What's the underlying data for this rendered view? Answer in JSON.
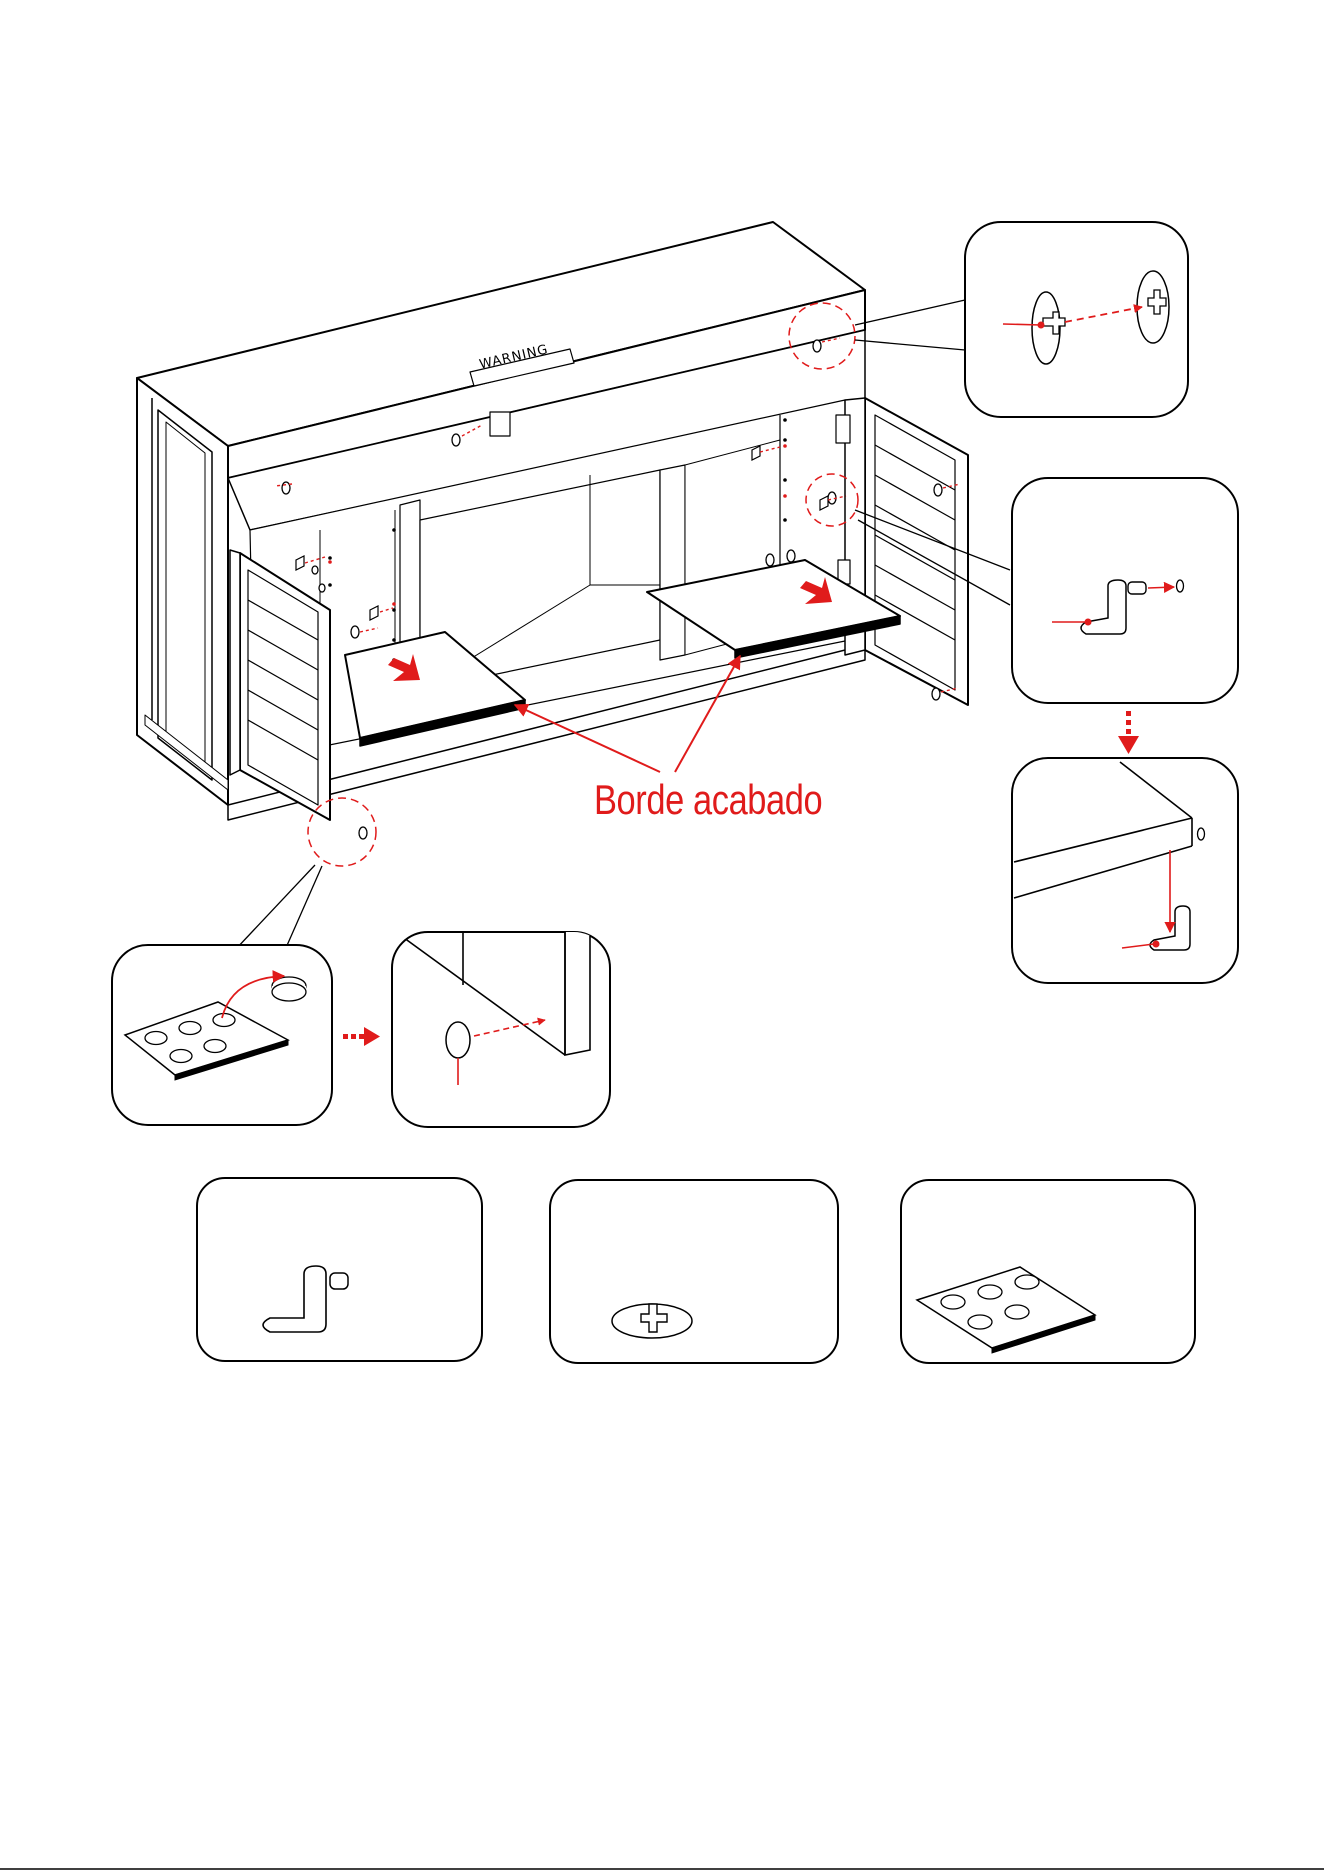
{
  "diagram": {
    "callout_label": "Borde acabado",
    "warning_label": "WARNING",
    "colors": {
      "line": "#000000",
      "accent": "#e01b1b",
      "edge": "#000000",
      "panel_fill": "#ffffff"
    },
    "parts": [
      {
        "id": "shelf-support-pin",
        "icon": "l-shaped-shelf-pin-icon"
      },
      {
        "id": "cross-dowel",
        "icon": "cross-cam-dowel-icon"
      },
      {
        "id": "felt-pads-sheet",
        "icon": "adhesive-pad-sheet-icon"
      }
    ]
  }
}
